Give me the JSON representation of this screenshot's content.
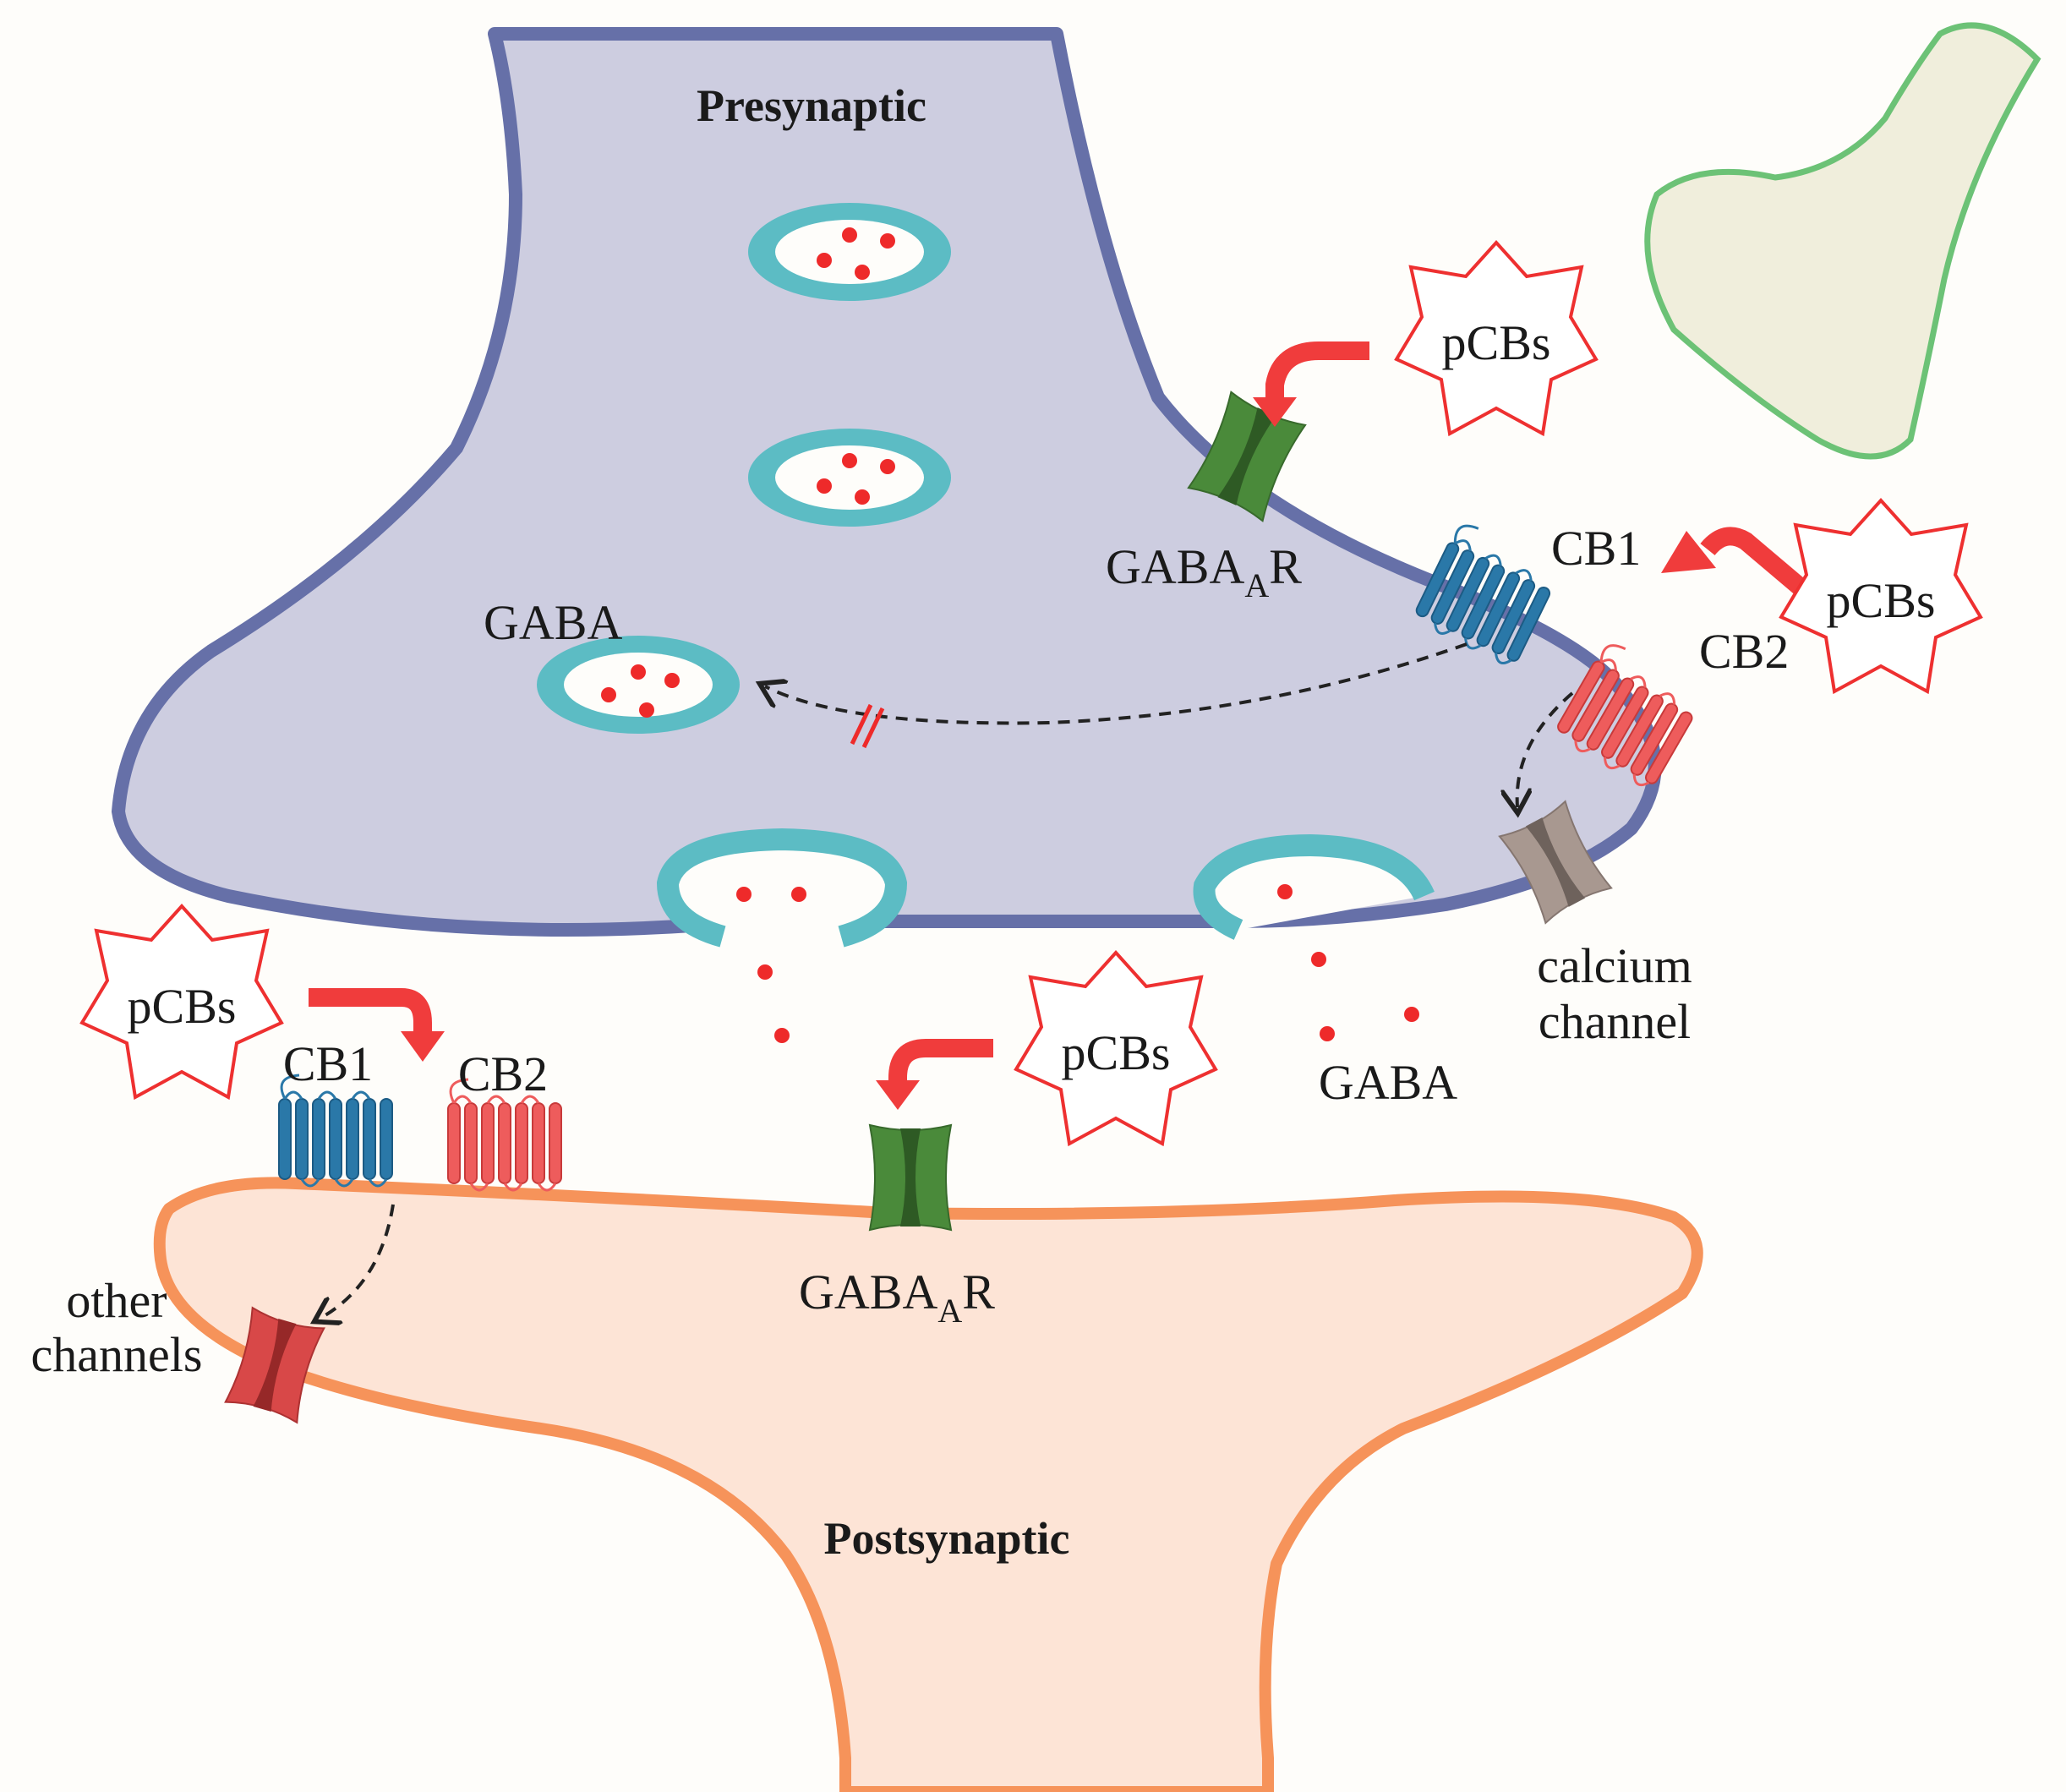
{
  "regions": {
    "presynaptic_title": "Presynaptic",
    "postsynaptic_title": "Postsynaptic"
  },
  "compounds": {
    "pcbs_a": "pCBs",
    "pcbs_b": "pCBs",
    "pcbs_c": "pCBs",
    "pcbs_d": "pCBs"
  },
  "presynaptic_labels": {
    "gabaar_main": "GABA",
    "gabaar_sub": "A",
    "gabaar_tail": "R",
    "cb1": "CB1",
    "cb2": "CB2",
    "gaba": "GABA",
    "calcium_line1": "calcium",
    "calcium_line2": "channel"
  },
  "cleft_labels": {
    "gaba": "GABA"
  },
  "postsynaptic_labels": {
    "cb1": "CB1",
    "cb2": "CB2",
    "gabaar_main": "GABA",
    "gabaar_sub": "A",
    "gabaar_tail": "R",
    "other_line1": "other",
    "other_line2": "channels"
  },
  "colors": {
    "presynaptic_fill": "#cdcde0",
    "presynaptic_membrane": "#6670a8",
    "postsynaptic_fill": "#fde4d6",
    "postsynaptic_membrane": "#f6935a",
    "glia_fill": "#f0eedc",
    "glia_outline": "#6cc276",
    "vesicle": "#5cbcc4",
    "neurotransmitter": "#ee2a2a",
    "cb1_receptor": "#2a78a8",
    "cb2_receptor": "#ee5c5c",
    "gabaa_receptor": "#4a8a3a",
    "calcium_channel": "#a89890",
    "other_channel": "#d84848",
    "arrow": "#f03c3c",
    "star_outline": "#ee3030"
  }
}
